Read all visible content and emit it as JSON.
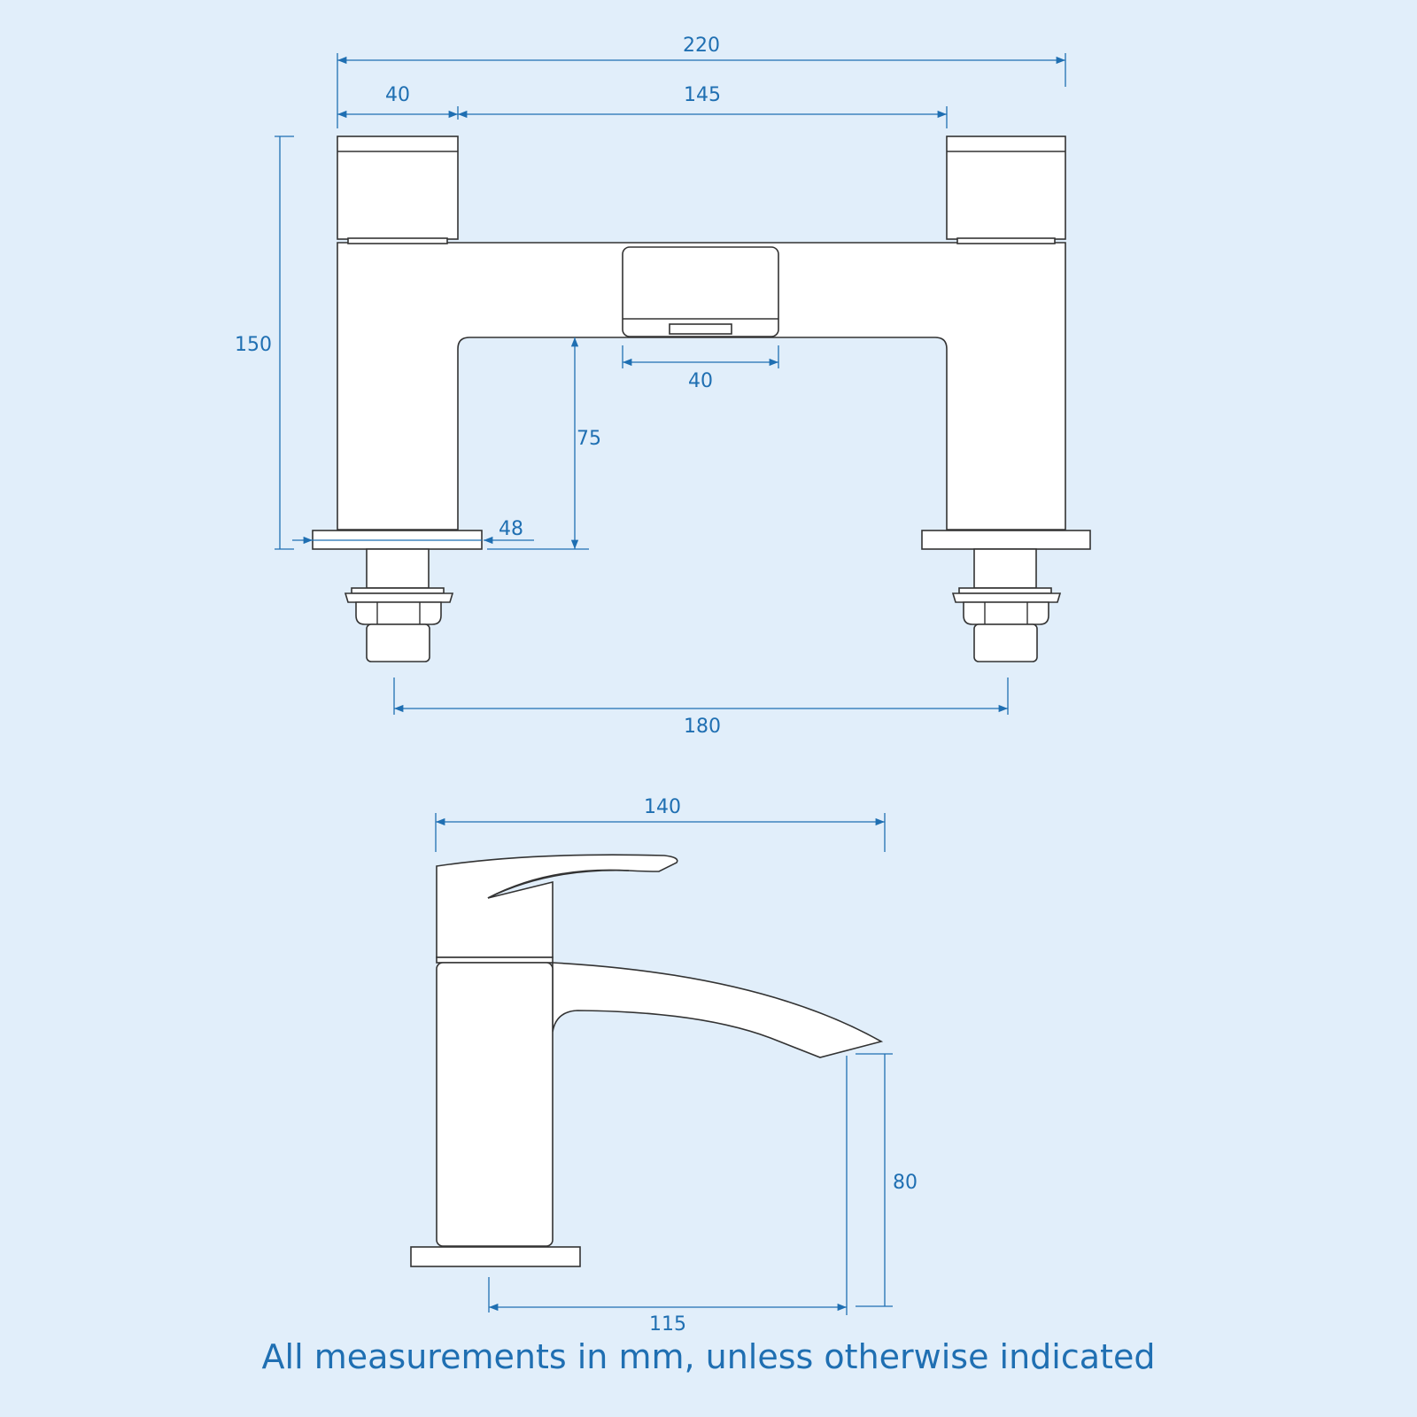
{
  "colors": {
    "background": "#e1eefa",
    "dimension": "#1f6fb2",
    "outline": "#333333",
    "part_fill": "#ffffff"
  },
  "bath_filler": {
    "overall_width": "220",
    "handle_width": "40",
    "handle_gap": "145",
    "height": "150",
    "spout_width": "40",
    "spout_clearance": "75",
    "base_plate": "48",
    "tap_centres": "180"
  },
  "basin_mixer": {
    "reach": "140",
    "spout_height": "80",
    "spout_projection": "115"
  },
  "note": "All measurements in mm, unless otherwise indicated"
}
